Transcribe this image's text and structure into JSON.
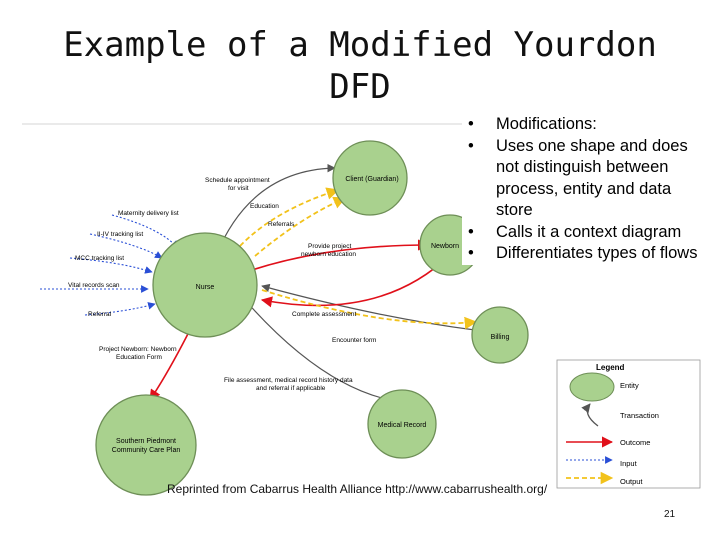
{
  "slide": {
    "title_line1": "Example of a Modified Yourdon",
    "title_line2": "DFD",
    "bullets": [
      "Modifications:",
      "Uses one shape and does not distinguish between process, entity and data store",
      "Calls it a context diagram",
      "Differentiates types of flows"
    ],
    "credit": "Reprinted from Cabarrus Health Alliance http://www.cabarrushealth.org/",
    "page_number": "21"
  },
  "diagram": {
    "entities": {
      "client": "Client (Guardian)",
      "nurse": "Nurse",
      "newborn": "Newborn",
      "billing": "Billing",
      "medical_records": "Medical Record",
      "community_care_line1": "Southern Piedmont",
      "community_care_line2": "Community Care Plan"
    },
    "flows": {
      "schedule_line1": "Schedule appointment",
      "schedule_line2": "for visit",
      "education": "Education",
      "referrals": "Referrals",
      "provide_line1": "Provide project",
      "provide_line2": "newborn education",
      "maternity": "Maternity delivery list",
      "iiv": "II-IV tracking list",
      "mcc": "MCC tracking list",
      "vital": "Vital records scan",
      "referral": "Referral",
      "complete": "Complete assessment",
      "encounter": "Encounter form",
      "project_line1": "Project Newborn: Newborn",
      "project_line2": "Education Form",
      "file_line1": "File assessment, medical record history data",
      "file_line2": "and referral if applicable"
    },
    "legend": {
      "title": "Legend",
      "entity": "Entity",
      "transaction": "Transaction",
      "outcome": "Outcome",
      "input": "Input",
      "output": "Output"
    },
    "colors": {
      "entity_fill": "#a9d18e",
      "entity_stroke": "#6e8f57",
      "outcome": "#e0101a",
      "input": "#2a4fd6",
      "output": "#f2c21b",
      "transaction": "#555555"
    }
  }
}
